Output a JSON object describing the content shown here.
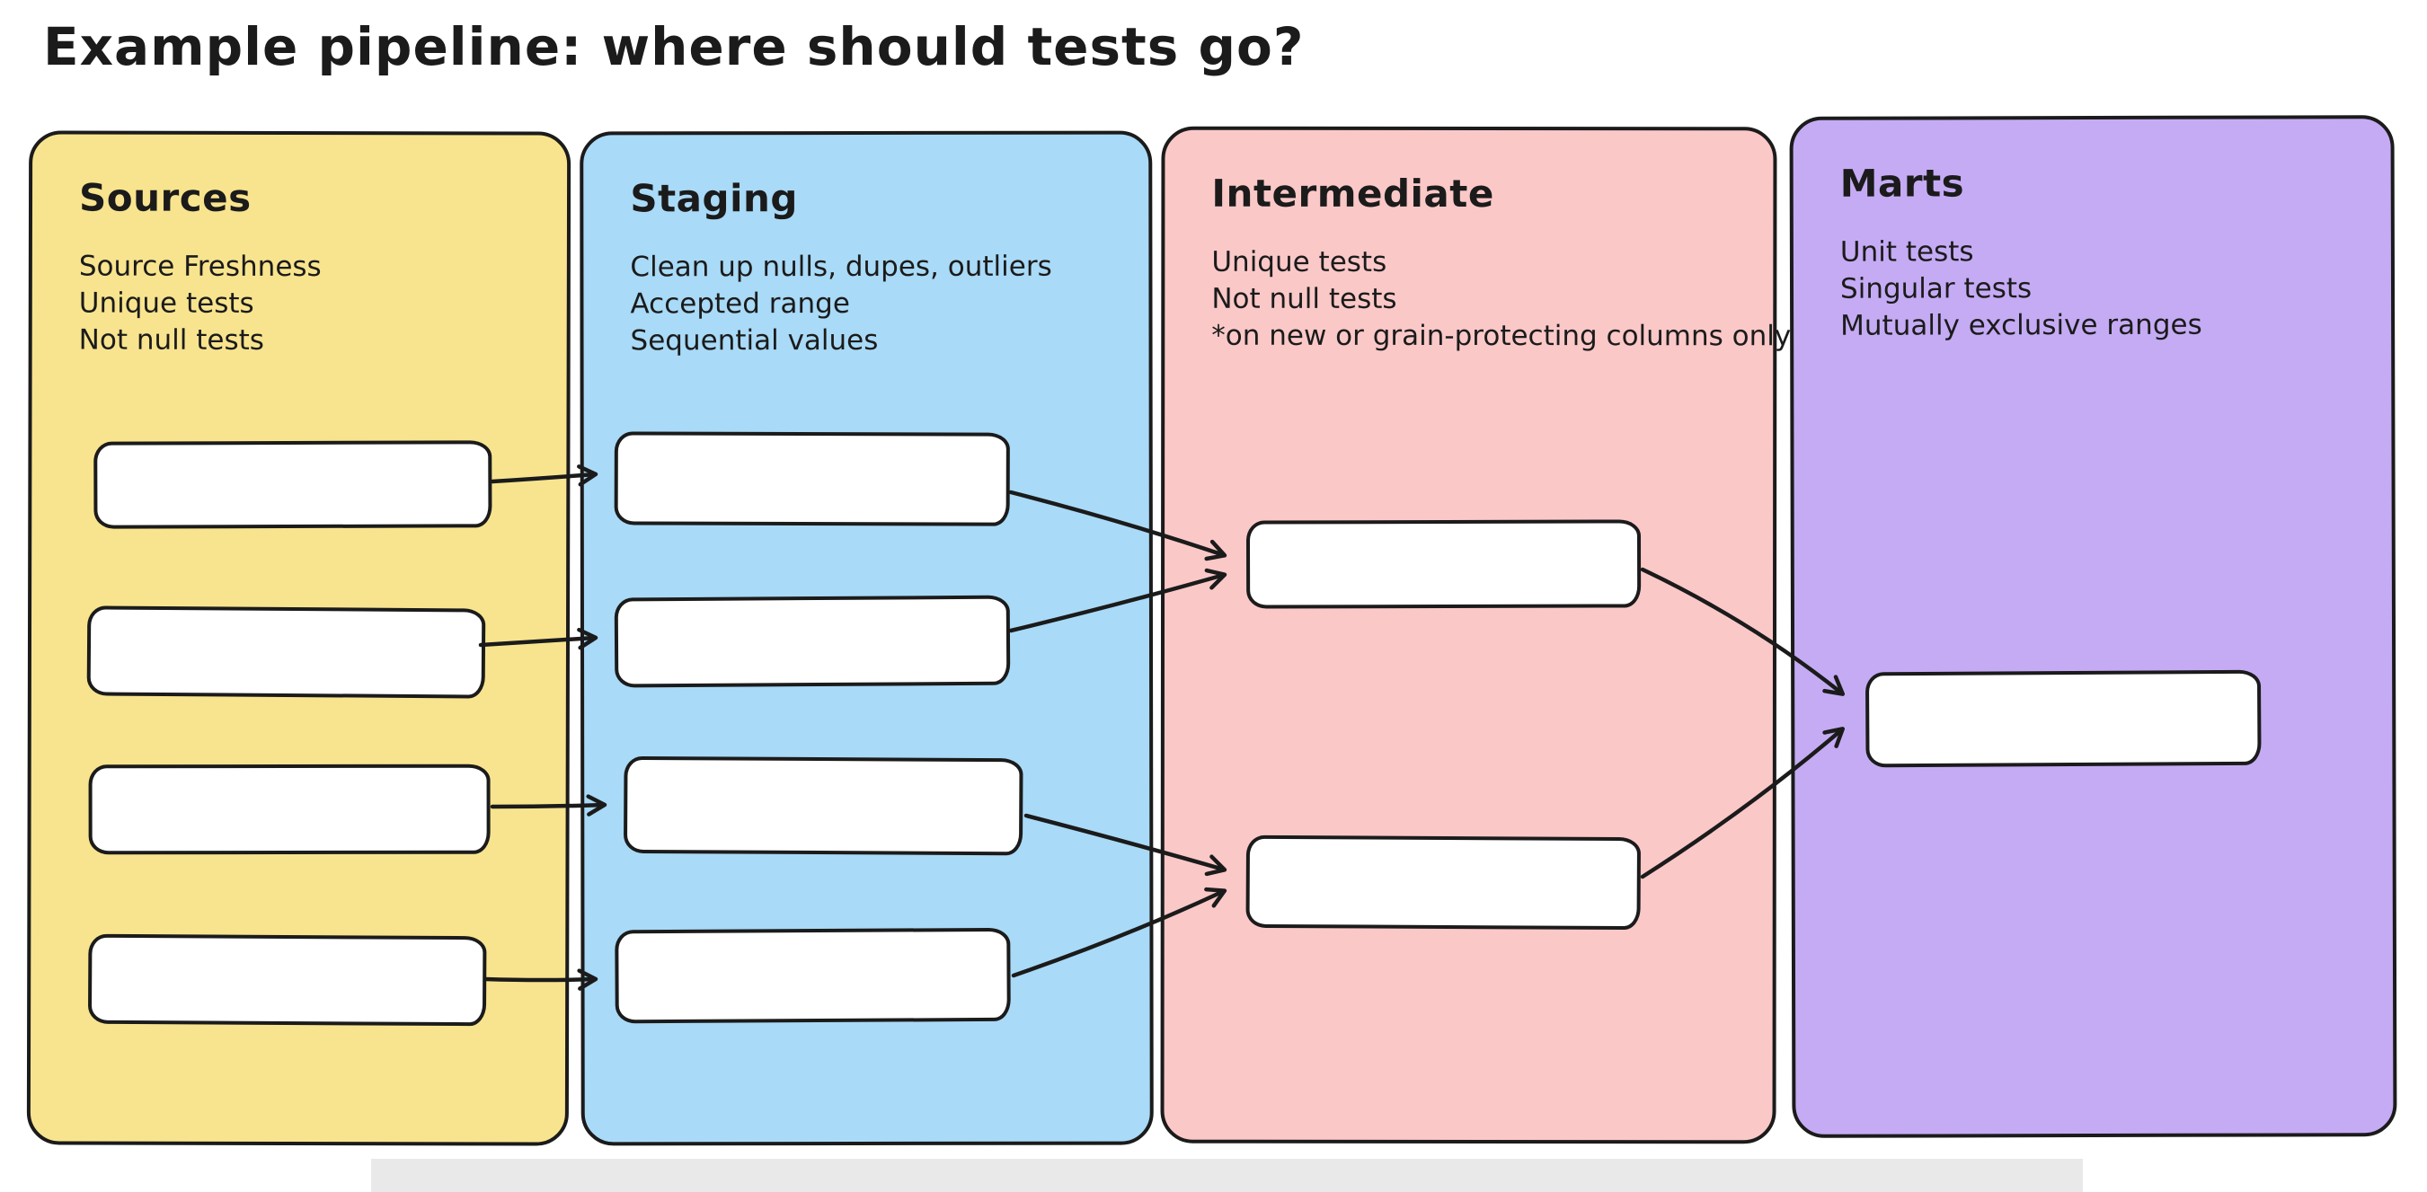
{
  "page": {
    "title": "Example pipeline: where should tests go?"
  },
  "colors": {
    "sources_fill": "#f8e48e",
    "staging_fill": "#a9daf7",
    "intermediate_fill": "#fbc8c8",
    "marts_fill": "#c5abf4",
    "stroke": "#1b1b1b",
    "node_fill": "#ffffff"
  },
  "columns": [
    {
      "id": "sources",
      "title": "Sources",
      "lines": [
        "Source Freshness",
        "Unique tests",
        "Not null tests"
      ],
      "node_count": 4
    },
    {
      "id": "staging",
      "title": "Staging",
      "lines": [
        "Clean up nulls, dupes, outliers",
        "Accepted range",
        "Sequential values"
      ],
      "node_count": 4
    },
    {
      "id": "intermediate",
      "title": "Intermediate",
      "lines": [
        "Unique tests",
        "Not null tests",
        "*on new or grain-protecting columns only"
      ],
      "node_count": 2
    },
    {
      "id": "marts",
      "title": "Marts",
      "lines": [
        "Unit tests",
        "Singular tests",
        "Mutually exclusive ranges"
      ],
      "node_count": 1
    }
  ],
  "edges": [
    {
      "from": "source-1",
      "to": "staging-1"
    },
    {
      "from": "source-2",
      "to": "staging-2"
    },
    {
      "from": "source-3",
      "to": "staging-3"
    },
    {
      "from": "source-4",
      "to": "staging-4"
    },
    {
      "from": "staging-1",
      "to": "intermediate-1"
    },
    {
      "from": "staging-2",
      "to": "intermediate-1"
    },
    {
      "from": "staging-3",
      "to": "intermediate-2"
    },
    {
      "from": "staging-4",
      "to": "intermediate-2"
    },
    {
      "from": "intermediate-1",
      "to": "marts-1"
    },
    {
      "from": "intermediate-2",
      "to": "marts-1"
    }
  ]
}
